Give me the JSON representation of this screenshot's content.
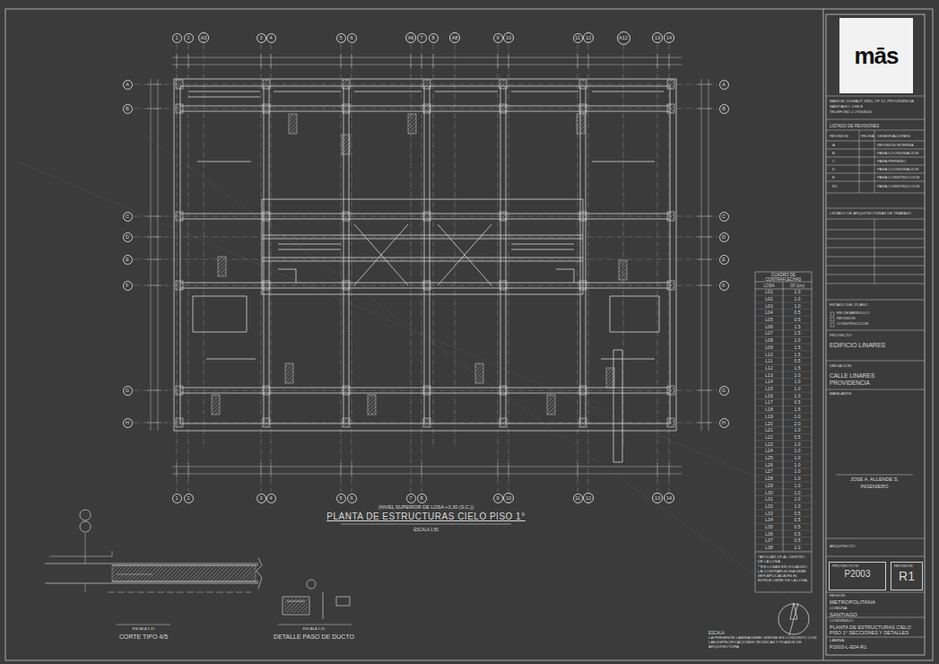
{
  "diagram": {
    "title": "PLANTA DE ESTRUCTURAS CIELO PISO 1°",
    "nodes": [
      {
        "text": [
          "mās"
        ]
      },
      {
        "text": [
          "1"
        ]
      },
      {
        "text": [
          "2"
        ]
      },
      {
        "text": [
          "A3"
        ]
      },
      {
        "text": [
          "3"
        ]
      },
      {
        "text": [
          "4"
        ]
      },
      {
        "text": [
          "5"
        ]
      },
      {
        "text": [
          "6"
        ]
      },
      {
        "text": [
          "A6"
        ]
      },
      {
        "text": [
          "7"
        ]
      },
      {
        "text": [
          "8"
        ]
      },
      {
        "text": [
          "A8"
        ]
      },
      {
        "text": [
          "9"
        ]
      },
      {
        "text": [
          "10"
        ]
      },
      {
        "text": [
          "11"
        ]
      },
      {
        "text": [
          "12"
        ]
      },
      {
        "text": [
          "A12"
        ]
      },
      {
        "text": [
          "13"
        ]
      },
      {
        "text": [
          "14"
        ]
      },
      {
        "text": [
          "A"
        ]
      },
      {
        "text": [
          "B"
        ]
      },
      {
        "text": [
          "C"
        ]
      },
      {
        "text": [
          "D"
        ]
      },
      {
        "text": [
          "E"
        ]
      },
      {
        "text": [
          "F"
        ]
      },
      {
        "text": [
          "G"
        ]
      },
      {
        "text": [
          "H"
        ]
      },
      {
        "text": [
          "A"
        ]
      },
      {
        "text": [
          "B"
        ]
      },
      {
        "text": [
          "C"
        ]
      },
      {
        "text": [
          "D"
        ]
      },
      {
        "text": [
          "E"
        ]
      },
      {
        "text": [
          "F"
        ]
      },
      {
        "text": [
          "G"
        ]
      },
      {
        "text": [
          "H"
        ]
      },
      {
        "text": [
          "1"
        ]
      },
      {
        "text": [
          "2"
        ]
      },
      {
        "text": [
          "3"
        ]
      },
      {
        "text": [
          "4"
        ]
      },
      {
        "text": [
          "5"
        ]
      },
      {
        "text": [
          "6"
        ]
      },
      {
        "text": [
          "7"
        ]
      },
      {
        "text": [
          "8"
        ]
      },
      {
        "text": [
          "9"
        ]
      },
      {
        "text": [
          "10"
        ]
      },
      {
        "text": [
          "11"
        ]
      },
      {
        "text": [
          "12"
        ]
      },
      {
        "text": [
          "13"
        ]
      },
      {
        "text": [
          "14"
        ]
      },
      {
        "text": [
          "PROYECTO N°",
          "P2003"
        ]
      },
      {
        "text": [
          "REVISION",
          "R1"
        ]
      }
    ],
    "labels": [
      "CUADRO DE CONTRAFLECHAS",
      "LOSA",
      "CF (cm)",
      "L01",
      "1.0",
      "L02",
      "1.0",
      "L03",
      "1.0",
      "L04",
      "0.5",
      "L05",
      "0.5",
      "L06",
      "1.5",
      "L07",
      "1.5",
      "L08",
      "1.0",
      "L09",
      "1.5",
      "L10",
      "1.5",
      "L11",
      "0.5",
      "L12",
      "1.5",
      "L13",
      "1.0",
      "L14",
      "1.0",
      "L15",
      "1.0",
      "L16",
      "1.0",
      "L17",
      "0.5",
      "L18",
      "1.5",
      "L19",
      "1.0",
      "L20",
      "2.0",
      "L21",
      "1.0",
      "L22",
      "0.5",
      "L23",
      "1.0",
      "L24",
      "1.0",
      "L25",
      "1.0",
      "L26",
      "1.0",
      "L27",
      "1.0",
      "L28",
      "1.0",
      "L29",
      "1.0",
      "L30",
      "1.0",
      "L31",
      "1.0",
      "L32",
      "1.0",
      "L33",
      "0.5",
      "L34",
      "0.5",
      "L35",
      "0.5",
      "L36",
      "0.5",
      "L37",
      "0.5",
      "L38",
      "1.0",
      "*APLICAR CF AL CENTRO DE LA LOSA.",
      "**EN LOSAS EN VOLADIZO LA CONTRAFLECHA DEBE SER APLICADA EN EL BORDE LIBRE DE LA LOSA.",
      "(NIVEL SUPERIOR DE LOSA +3,30 (S.C.))",
      "ESCALA 1:50",
      "ESCALA 1:25",
      "CORTE TIPO 4/5",
      "ESCALA 1:25",
      "DETALLE PASO DE DUCTO",
      "MARCEL DUHAUT 2890, OF 12, PROVIDENCIA",
      "SANTIAGO, CHILE",
      "TELEFONO 2 27658020",
      "LISTADO DE REVISIONES",
      "REVISION",
      "FECHA",
      "OBSERVACIONES",
      "A",
      "REVISION INTERNA",
      "B",
      "PARA COORDINACION",
      "C",
      "PARA PERMISO",
      "D",
      "PARA COORDINACION",
      "E",
      "PARA CONSTRUCCION",
      "R1",
      "PARA CONSTRUCCION",
      "LISTADO DE ARQUITECTURAS DE TRABAJO",
      "ESTADO DEL PLANO",
      "EN DESARROLLO",
      "REVISION",
      "CONSTRUCCION",
      "PROYECTO:",
      "EDIFICIO LINARES",
      "UBICACION:",
      "CALLE LINARES",
      "PROVIDENCIA",
      "MANDANTE:",
      "JOSE A. ALLENDE S.",
      "INGENIERO",
      "ARQUITECTO:",
      "REGION:",
      "METROPOLITANA",
      "COMUNA:",
      "SANTIAGO",
      "CONTENIDO:",
      "PLANTA DE ESTRUCTURAS CIELO PISO 1° SECCIONES Y DETALLES",
      "LAMINA:",
      "P2003-L-E04-R1",
      "ESCALA",
      "LA PRESENTE LAMINA DEBE LEERSE EN CONJUNTO CON LAS ESPECIFICACIONES TECNICAS Y PLANOS DE ARQUITECTURA"
    ]
  }
}
